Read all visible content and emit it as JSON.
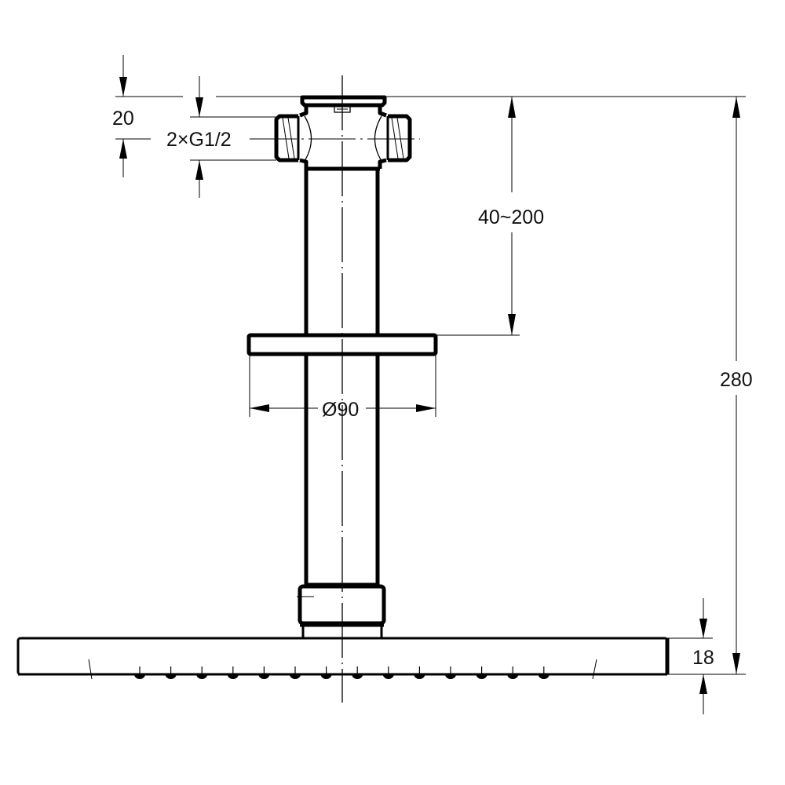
{
  "drawing": {
    "title": "Ceiling-mounted shower arm with square rain shower head — dimension drawing",
    "units": "mm",
    "line_color": "#000000",
    "background": "#ffffff"
  },
  "dimensions": {
    "inlet_height": {
      "label": "20",
      "value": 20
    },
    "inlet_thread": {
      "label": "2×G1/2",
      "count": 2,
      "thread": "G1/2"
    },
    "arm_length": {
      "label": "40~200",
      "min": 40,
      "max": 200
    },
    "flange_diameter": {
      "label": "Ø90",
      "value": 90
    },
    "total_height": {
      "label": "280",
      "value": 280
    },
    "head_thickness": {
      "label": "18",
      "value": 18
    }
  },
  "parts": [
    {
      "name": "ceiling-connector-body"
    },
    {
      "name": "threaded-inlet-left"
    },
    {
      "name": "threaded-inlet-right"
    },
    {
      "name": "arm-tube"
    },
    {
      "name": "cover-flange"
    },
    {
      "name": "head-connector-nut"
    },
    {
      "name": "shower-head-plate"
    }
  ],
  "nozzles": {
    "count": 14
  }
}
